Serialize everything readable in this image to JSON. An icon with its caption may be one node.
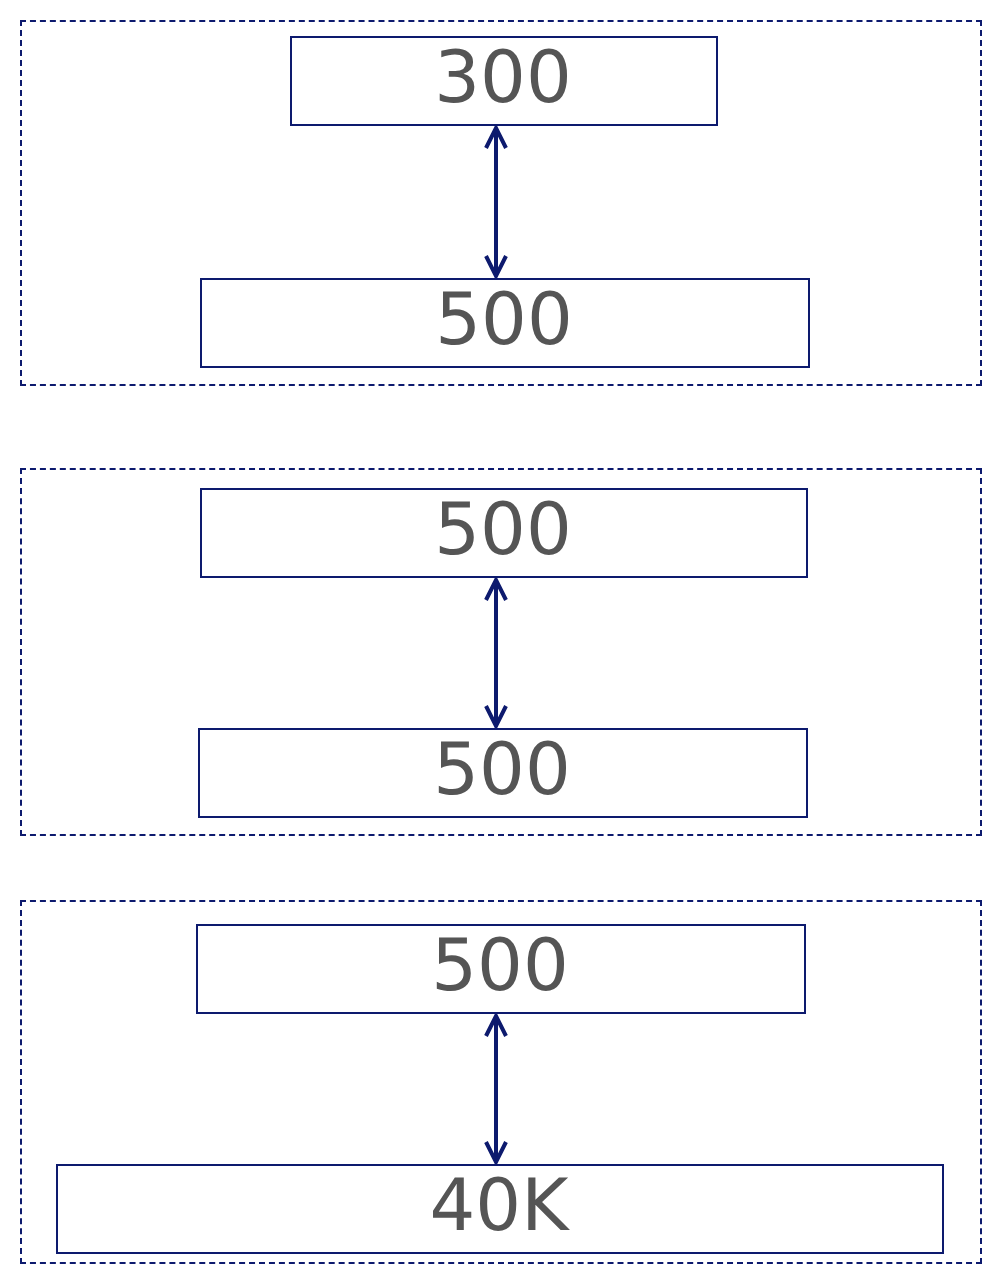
{
  "diagram": {
    "nodes": [
      {
        "text": [],
        "shape": "box"
      },
      {
        "text": [
          "300"
        ],
        "in": 0
      },
      {
        "text": [
          "500"
        ],
        "in": 0
      },
      {
        "text": [],
        "shape": "box"
      },
      {
        "text": [
          "500"
        ],
        "in": 3
      },
      {
        "text": [
          "500"
        ],
        "in": 3
      },
      {
        "text": [],
        "shape": "box"
      },
      {
        "text": [
          "500"
        ],
        "in": 6
      },
      {
        "text": [
          "40K"
        ],
        "in": 6
      }
    ],
    "edges": [
      {
        "from": 1,
        "to": 2,
        "arrow": "both"
      },
      {
        "from": 4,
        "to": 5,
        "arrow": "both"
      },
      {
        "from": 7,
        "to": 8,
        "arrow": "both"
      }
    ]
  }
}
